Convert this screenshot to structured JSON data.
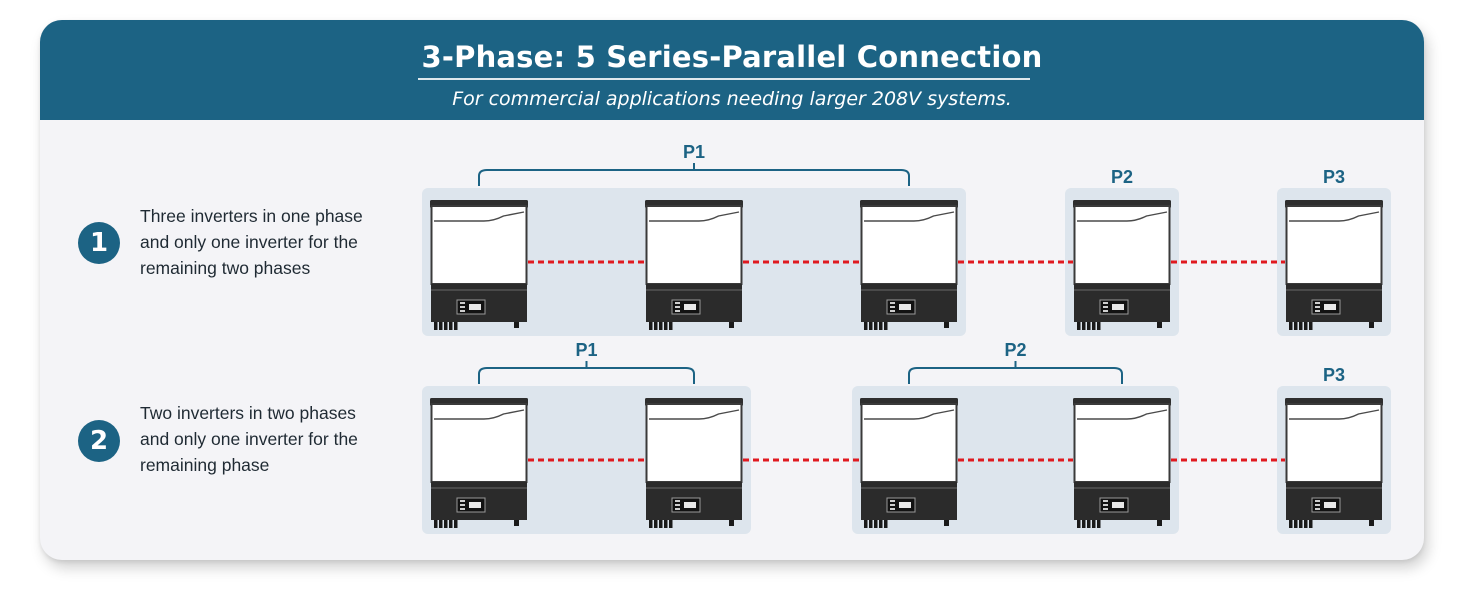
{
  "header": {
    "title": "3-Phase: 5 Series-Parallel Connection",
    "subtitle": "For commercial applications needing larger 208V systems."
  },
  "rows": [
    {
      "number": "1",
      "lines": [
        "Three inverters in one phase",
        "and only one inverter for the",
        "remaining two phases"
      ],
      "phases": [
        {
          "label": "P1",
          "inverters": 3
        },
        {
          "label": "P2",
          "inverters": 1
        },
        {
          "label": "P3",
          "inverters": 1
        }
      ]
    },
    {
      "number": "2",
      "lines": [
        "Two inverters in two phases",
        "and only one inverter for the",
        "remaining phase"
      ],
      "phases": [
        {
          "label": "P1",
          "inverters": 2
        },
        {
          "label": "P2",
          "inverters": 2
        },
        {
          "label": "P3",
          "inverters": 1
        }
      ]
    }
  ],
  "colors": {
    "brand": "#1c6384",
    "group_bg": "#dde5ed",
    "connector": "#e0191f",
    "inverter_body": "#ffffff",
    "inverter_base": "#2b2b2b"
  }
}
